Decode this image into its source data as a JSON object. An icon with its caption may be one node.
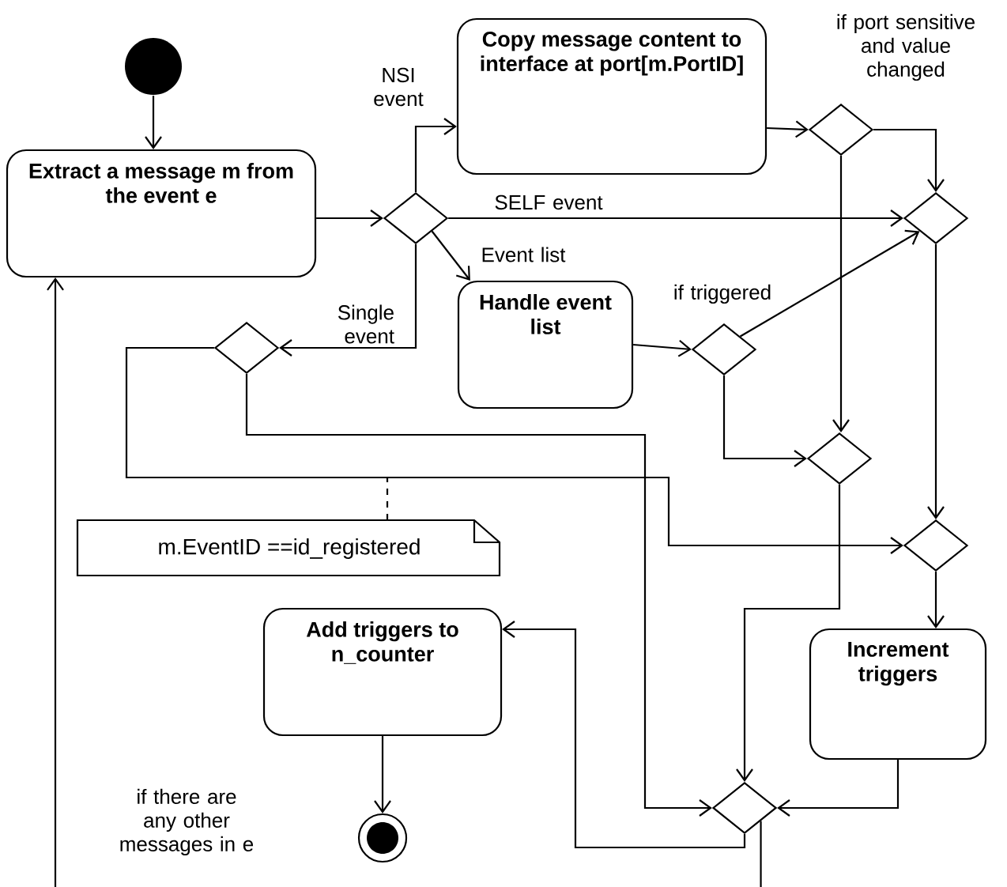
{
  "diagram": {
    "nodes": [
      {
        "text": [],
        "shape": "circle"
      },
      {
        "text": [
          "Extract a message m from the event e"
        ]
      },
      {
        "text": [],
        "shape": "diamond"
      },
      {
        "text": [
          "Copy message content to interface at port[m.PortID]"
        ]
      },
      {
        "text": [],
        "shape": "diamond",
        "beside": [
          "if port sensitive and value changed"
        ]
      },
      {
        "text": [],
        "shape": "diamond"
      },
      {
        "text": [
          "Handle event list"
        ]
      },
      {
        "text": [],
        "shape": "diamond"
      },
      {
        "text": [],
        "shape": "diamond"
      },
      {
        "text": [],
        "shape": "diamond"
      },
      {
        "text": [],
        "shape": "diamond"
      },
      {
        "text": [
          "m.EventID ==id_registered"
        ]
      },
      {
        "text": [
          "Add triggers to n_counter"
        ]
      },
      {
        "text": [
          "Increment triggers"
        ]
      },
      {
        "text": [],
        "shape": "diamond"
      },
      {
        "text": [],
        "shape": "bullseye"
      }
    ],
    "edges": [
      {
        "from": 0,
        "to": 1,
        "arrow": "to"
      },
      {
        "from": 1,
        "to": 2,
        "arrow": "to"
      },
      {
        "from": 2,
        "to": 3,
        "arrow": "to",
        "label": "NSI event"
      },
      {
        "from": 2,
        "to": 5,
        "arrow": "to",
        "label": "SELF event"
      },
      {
        "from": 2,
        "to": 6,
        "arrow": "to",
        "label": "Event list"
      },
      {
        "from": 2,
        "to": 8,
        "arrow": "to",
        "label": "Single event"
      },
      {
        "from": 3,
        "to": 4,
        "arrow": "to"
      },
      {
        "from": 4,
        "to": 5,
        "arrow": "to"
      },
      {
        "from": 4,
        "to": 9,
        "arrow": "to"
      },
      {
        "from": 6,
        "to": 7,
        "arrow": "to"
      },
      {
        "from": 7,
        "to": 5,
        "arrow": "to",
        "label": "if triggered"
      },
      {
        "from": 7,
        "to": 9,
        "arrow": "to"
      },
      {
        "from": 8,
        "to": 14,
        "arrow": "to"
      },
      {
        "from": 8,
        "to": 10,
        "arrow": "to"
      },
      {
        "from": 5,
        "to": 10,
        "arrow": "to"
      },
      {
        "from": 9,
        "to": 14,
        "arrow": "to"
      },
      {
        "from": 10,
        "to": 13,
        "arrow": "to"
      },
      {
        "from": 13,
        "to": 14,
        "arrow": "to"
      },
      {
        "from": 14,
        "to": 12,
        "arrow": "to"
      },
      {
        "from": 12,
        "to": 15,
        "arrow": "to"
      },
      {
        "from": 14,
        "to": null,
        "arrow": "none"
      },
      {
        "from": null,
        "to": 1,
        "arrow": "to"
      },
      {
        "from": 11,
        "to": null,
        "arrow": "none",
        "style": "dashed"
      }
    ],
    "labels": [
      "if there are any other messages in e"
    ]
  }
}
